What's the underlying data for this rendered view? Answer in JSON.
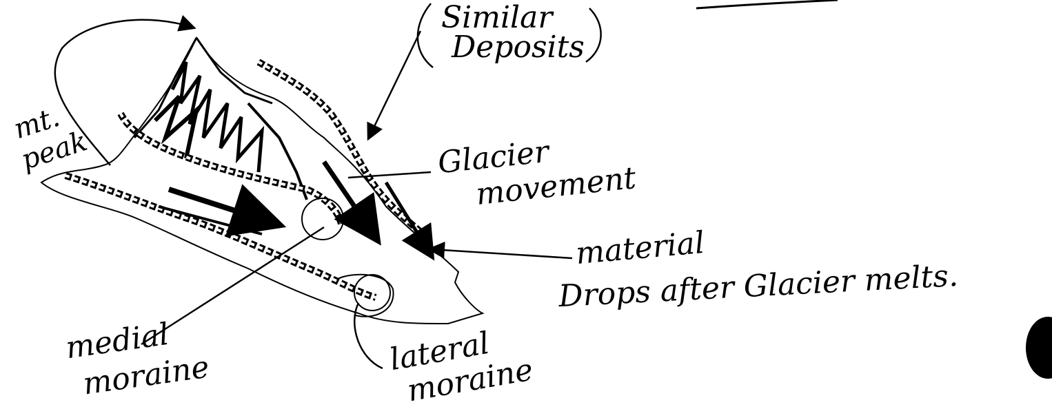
{
  "labels": {
    "similar_line1": "Similar",
    "similar_line2": "Deposits",
    "mt_peak_line1": "mt.",
    "mt_peak_line2": "peak",
    "glacier_line1": "Glacier",
    "glacier_line2": "movement",
    "material_line1": "material",
    "material_line2": "Drops after Glacier melts.",
    "medial_line1": "medial",
    "medial_line2": "moraine",
    "lateral_line1": "lateral",
    "lateral_line2": "moraine"
  },
  "colors": {
    "ink": "#000000",
    "paper": "#ffffff"
  }
}
